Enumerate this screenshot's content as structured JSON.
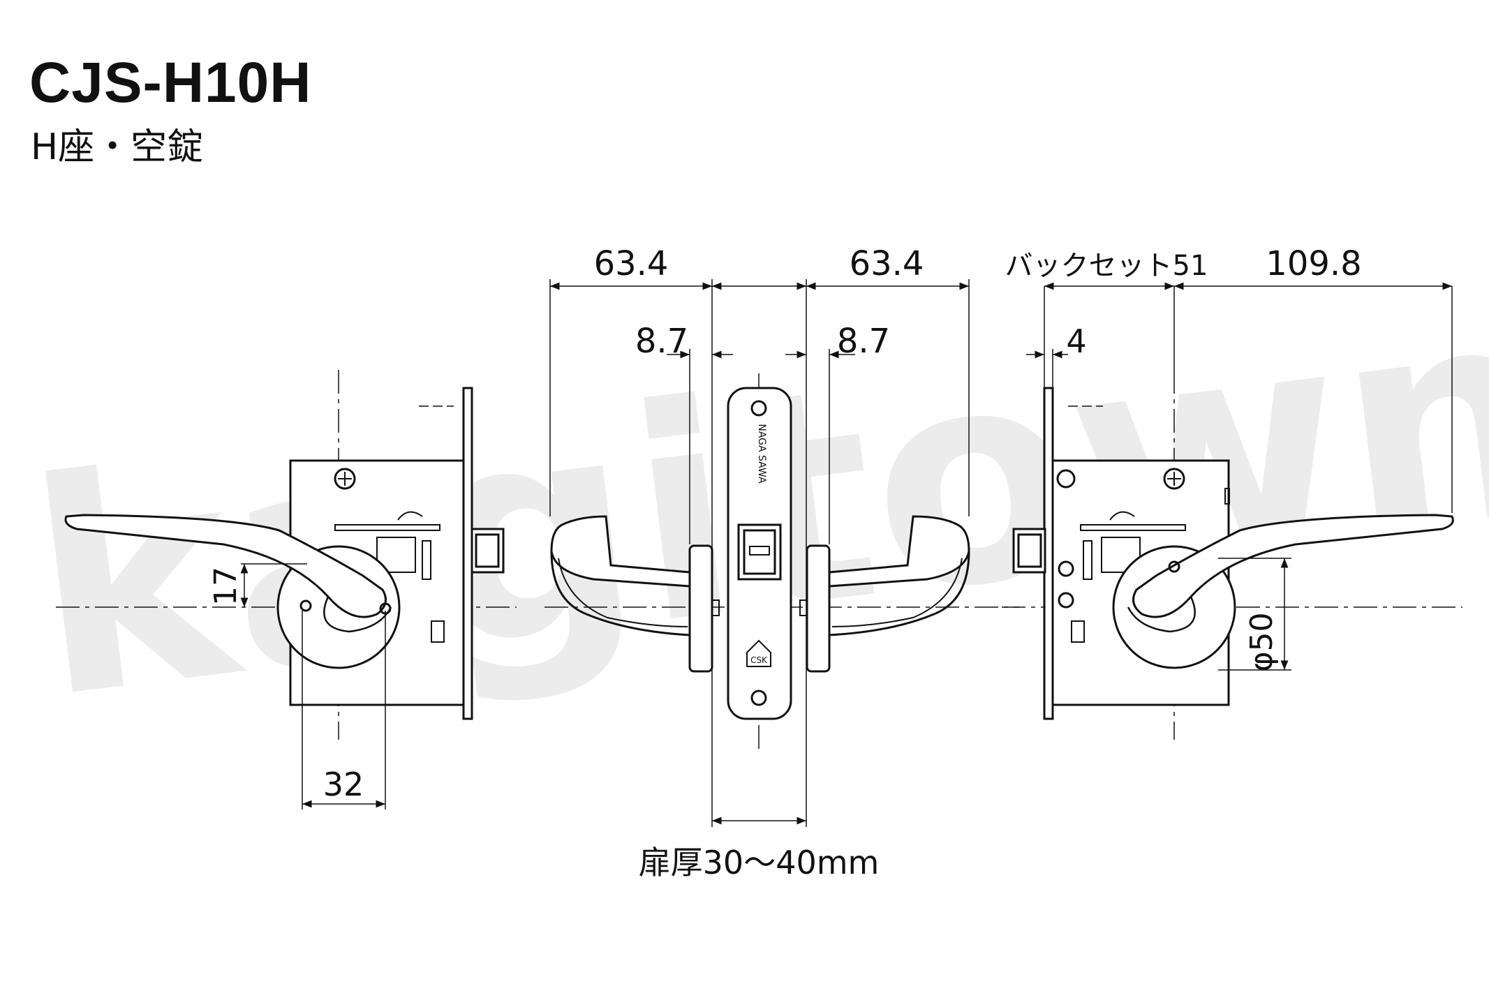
{
  "header": {
    "model": "CJS-H10H",
    "subtitle": "H座・空錠"
  },
  "dimensions": {
    "left_projection": "63.4",
    "right_projection": "63.4",
    "left_rose": "8.7",
    "right_rose": "8.7",
    "backset": "バックセット51",
    "lever_length": "109.8",
    "faceplate": "4",
    "lever_offset": "17",
    "spindle_spacing": "32",
    "rose_diameter": "φ50",
    "door_thickness": "扉厚30〜40mm"
  },
  "labels": {
    "brand_mark": "NAGA SAWA",
    "logo_mark": "CSK",
    "watermark": "kagitown"
  }
}
